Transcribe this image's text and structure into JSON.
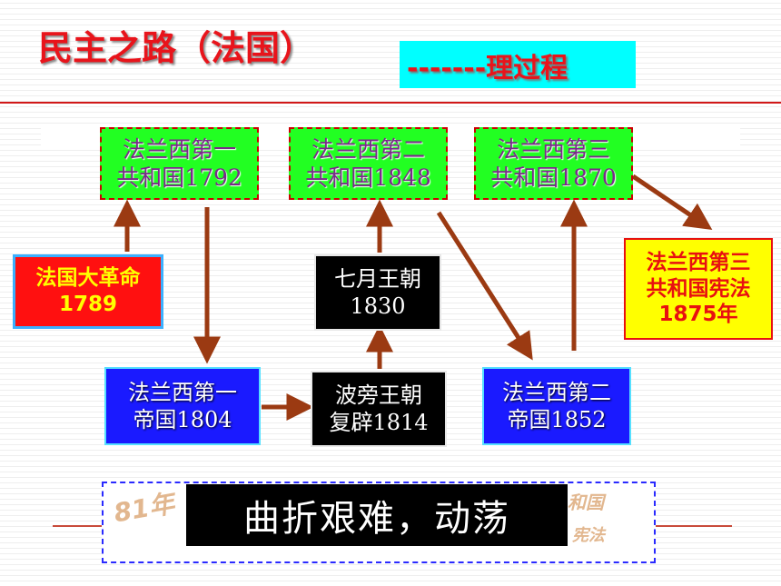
{
  "header": {
    "title": "民主之路（法国）",
    "subtitle": "-------理过程"
  },
  "nodes": {
    "first_republic": {
      "line1": "法兰西第一",
      "line2": "共和国1792"
    },
    "second_republic": {
      "line1": "法兰西第二",
      "line2": "共和国1848"
    },
    "third_republic": {
      "line1": "法兰西第三",
      "line2": "共和国1870"
    },
    "revolution": {
      "line1": "法国大革命",
      "line2": "1789"
    },
    "july_monarchy": {
      "line1": "七月王朝",
      "line2": "1830"
    },
    "constitution_1875": {
      "line1": "法兰西第三",
      "line2": "共和国宪法",
      "line3": "1875年"
    },
    "first_empire": {
      "line1": "法兰西第一",
      "line2": "帝国1804"
    },
    "bourbon_restoration": {
      "line1": "波旁王朝",
      "line2": "复辟1814"
    },
    "second_empire": {
      "line1": "法兰西第二",
      "line2": "帝国1852"
    }
  },
  "footer": {
    "banner": "曲折艰难，动荡",
    "faded_left_top": "81年",
    "faded_right_top": "和国",
    "faded_right_bottom": "宪法"
  },
  "colors": {
    "title": "#e8141b",
    "arrow": "#9b3a12",
    "green_box": "#22ff22",
    "blue_box": "#1a1aff",
    "red_box": "#ff1010",
    "yellow_box": "#ffff00"
  }
}
